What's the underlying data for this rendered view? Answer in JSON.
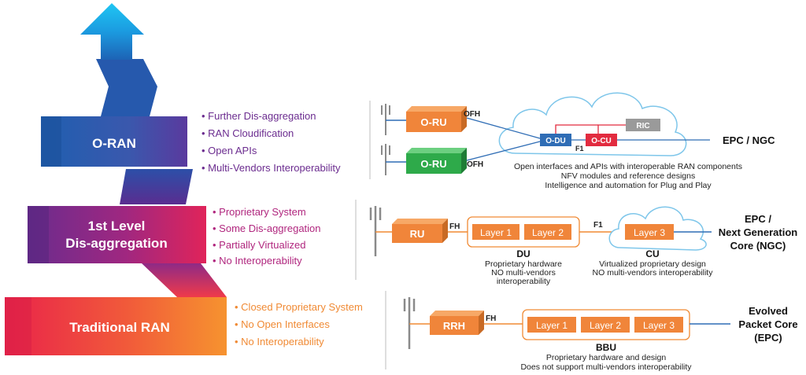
{
  "stairs": {
    "oran": "O-RAN",
    "level1_line1": "1st Level",
    "level1_line2": "Dis-aggregation",
    "traditional": "Traditional RAN"
  },
  "bullets": {
    "oran": [
      "Further Dis-aggregation",
      "RAN Cloudification",
      "Open APIs",
      "Multi-Vendors Interoperability"
    ],
    "level1": [
      "Proprietary System",
      "Some Dis-aggregation",
      "Partially Virtualized",
      "No Interoperability"
    ],
    "traditional": [
      "Closed Proprietary System",
      "No Open Interfaces",
      "No Interoperability"
    ]
  },
  "oran_diagram": {
    "oru_top": "O-RU",
    "oru_bottom": "O-RU",
    "ofh_top": "OFH",
    "ofh_bottom": "OFH",
    "odu": "O-DU",
    "ocu": "O-CU",
    "ric": "RIC",
    "f1": "F1",
    "core": "EPC / NGC",
    "notes": [
      "Open interfaces and APIs with interoperable RAN components",
      "NFV modules and reference designs",
      "Intelligence and automation for Plug and Play"
    ]
  },
  "level1_diagram": {
    "ru": "RU",
    "fh": "FH",
    "layer1": "Layer 1",
    "layer2": "Layer 2",
    "f1": "F1",
    "layer3": "Layer 3",
    "du_title": "DU",
    "du_notes": [
      "Proprietary hardware",
      "NO multi-vendors",
      "interoperability"
    ],
    "cu_title": "CU",
    "cu_notes": [
      "Virtualized proprietary design",
      "NO multi-vendors interoperability"
    ],
    "core": [
      "EPC /",
      "Next Generation",
      "Core (NGC)"
    ]
  },
  "traditional_diagram": {
    "rrh": "RRH",
    "fh": "FH",
    "layer1": "Layer 1",
    "layer2": "Layer 2",
    "layer3": "Layer 3",
    "bbu_title": "BBU",
    "bbu_notes": [
      "Proprietary hardware and design",
      "Does not support multi-vendors interoperability"
    ],
    "core": [
      "Evolved",
      "Packet Core",
      "(EPC)"
    ]
  },
  "colors": {
    "orange": "#f08a34",
    "purple": "#6b2c8f",
    "magenta": "#b0267e",
    "blue_line": "#2f6db5",
    "oru_orange": "#f0853a",
    "oru_green": "#2eaa4a",
    "odu_blue": "#2f6db5",
    "ocu_red": "#e22b3f",
    "ric_gray": "#9a9a9a"
  }
}
